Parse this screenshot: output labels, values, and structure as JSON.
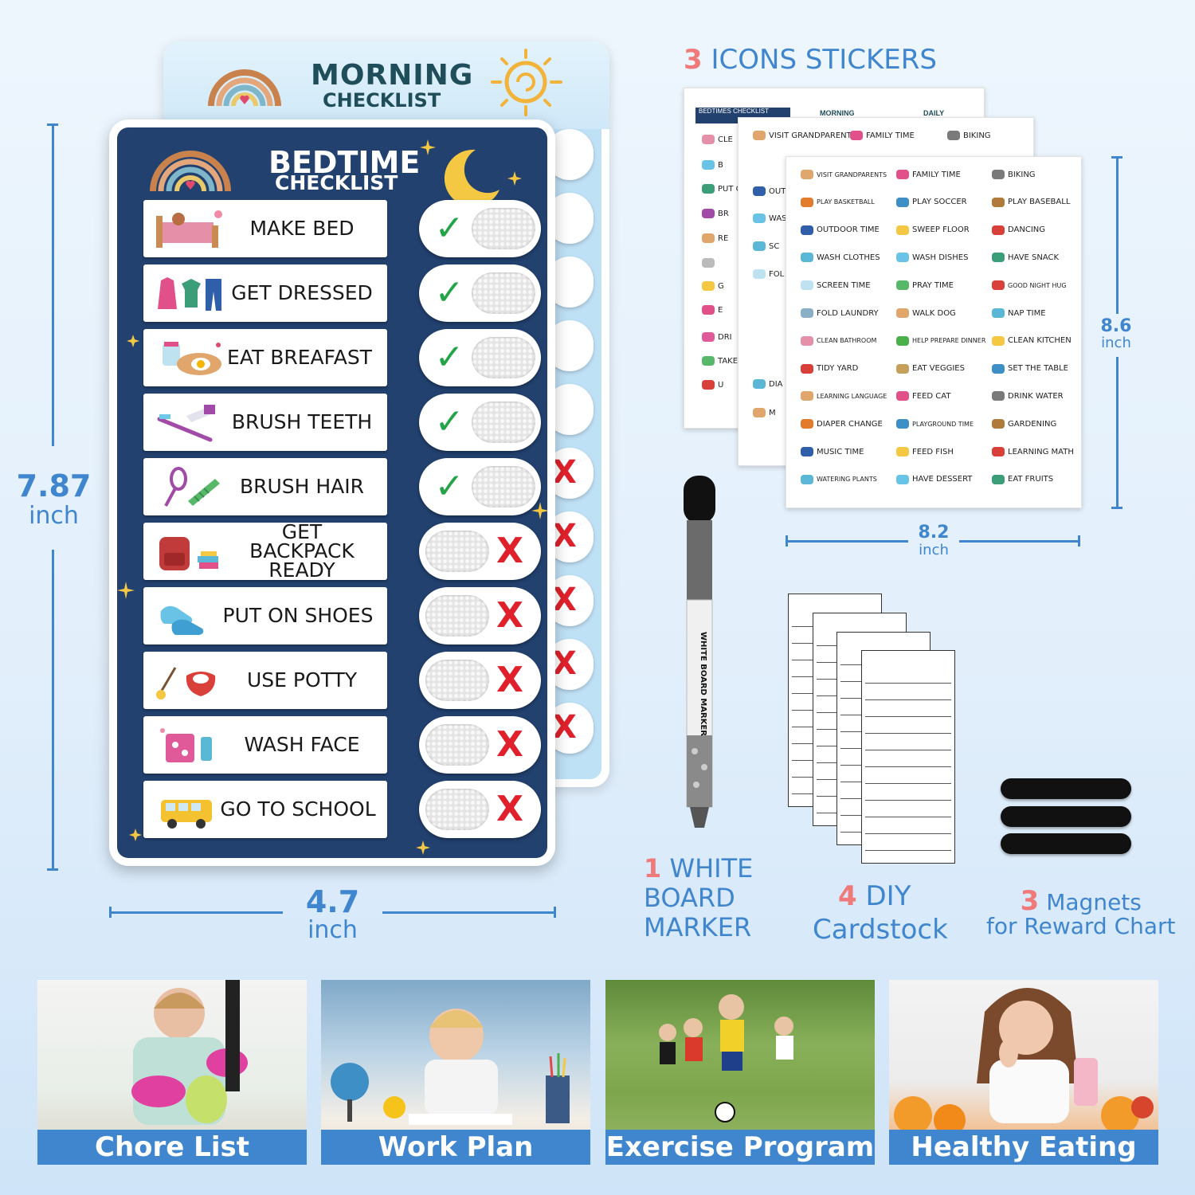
{
  "dimensions": {
    "height": {
      "value": "7.87",
      "unit": "inch"
    },
    "width": {
      "value": "4.7",
      "unit": "inch"
    },
    "sheet_height": {
      "value": "8.6",
      "unit": "inch"
    },
    "sheet_width": {
      "value": "8.2",
      "unit": "inch"
    }
  },
  "back_board": {
    "title_line1": "MORNING",
    "title_line2": "CHECKLIST"
  },
  "front_board": {
    "title_line1": "BEDTIME",
    "title_line2": "CHECKLIST",
    "tasks": [
      {
        "label": "MAKE BED",
        "done": true,
        "mark": "✓"
      },
      {
        "label": "GET DRESSED",
        "done": true,
        "mark": "✓"
      },
      {
        "label": "EAT BREAFAST",
        "done": true,
        "mark": "✓"
      },
      {
        "label": "BRUSH TEETH",
        "done": true,
        "mark": "✓"
      },
      {
        "label": "BRUSH HAIR",
        "done": true,
        "mark": "✓"
      },
      {
        "label": "GET BACKPACK READY",
        "done": false,
        "mark": "X"
      },
      {
        "label": "PUT ON SHOES",
        "done": false,
        "mark": "X"
      },
      {
        "label": "USE POTTY",
        "done": false,
        "mark": "X"
      },
      {
        "label": "WASH FACE",
        "done": false,
        "mark": "X"
      },
      {
        "label": "GO TO SCHOOL",
        "done": false,
        "mark": "X"
      }
    ]
  },
  "stickers": {
    "count": "3",
    "label": "ICONS STICKERS",
    "sheet_headers": [
      "BEDTIMES CHECKLIST",
      "MORNING",
      "DAILY"
    ],
    "partial_back_items": [
      "CLE",
      "B",
      "PUT C",
      "BR",
      "RE",
      "",
      "G",
      "E",
      "DRI",
      "TAKE",
      "U"
    ],
    "partial_mid_items": [
      "VISIT GRANDPARENTS",
      "FAMILY TIME",
      "BIKING",
      "OUT",
      "WAS",
      "SC",
      "FOL",
      "DIA",
      "M"
    ],
    "items": [
      [
        "VISIT GRANDPARENTS",
        "FAMILY TIME",
        "BIKING"
      ],
      [
        "PLAY BASKETBALL",
        "PLAY SOCCER",
        "PLAY BASEBALL"
      ],
      [
        "OUTDOOR TIME",
        "SWEEP FLOOR",
        "DANCING"
      ],
      [
        "WASH CLOTHES",
        "WASH DISHES",
        "HAVE SNACK"
      ],
      [
        "SCREEN TIME",
        "PRAY TIME",
        "GOOD NIGHT HUG"
      ],
      [
        "FOLD LAUNDRY",
        "WALK DOG",
        "NAP TIME"
      ],
      [
        "CLEAN BATHROOM",
        "HELP PREPARE DINNER",
        "CLEAN KITCHEN"
      ],
      [
        "TIDY YARD",
        "EAT VEGGIES",
        "SET THE TABLE"
      ],
      [
        "LEARNING LANGUAGE",
        "FEED CAT",
        "DRINK WATER"
      ],
      [
        "DIAPER CHANGE",
        "PLAYGROUND TIME",
        "GARDENING"
      ],
      [
        "MUSIC TIME",
        "FEED FISH",
        "LEARNING MATH"
      ],
      [
        "WATERING PLANTS",
        "HAVE DESSERT",
        "EAT FRUITS"
      ]
    ]
  },
  "marker": {
    "count": "1",
    "line1": "WHITE",
    "line2": "BOARD",
    "line3": "MARKER",
    "barrel_text": "WHITE BOARD MARKER"
  },
  "cardstock": {
    "count": "4",
    "word1": "DIY",
    "word2": "Cardstock"
  },
  "magnets": {
    "count": "3",
    "line1": "Magnets",
    "line2": "for Reward Chart"
  },
  "photos": [
    {
      "caption": "Chore List"
    },
    {
      "caption": "Work Plan"
    },
    {
      "caption": "Exercise Program"
    },
    {
      "caption": "Healthy Eating"
    }
  ],
  "colors": {
    "accent": "#3f86cf",
    "number_pink": "#f07a7a",
    "board_navy": "#22416f",
    "check_green": "#22a447",
    "cross_red": "#e0212c"
  }
}
